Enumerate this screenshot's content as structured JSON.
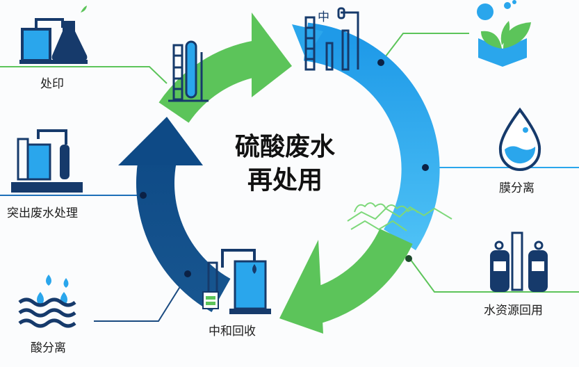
{
  "title": {
    "line1": "硫酸废水",
    "line2": "再处用"
  },
  "icon_text": "中",
  "labels": {
    "top_left": "处印",
    "mid_left": "突出废水处理",
    "bottom_left": "酸分离",
    "bottom_center": "中和回收",
    "mid_right": "膜分离",
    "bottom_right": "水资源回用"
  },
  "colors": {
    "green": "#5cc45a",
    "light_blue": "#2aa6ec",
    "dark_blue": "#0f4a86",
    "navy": "#163a6b"
  }
}
